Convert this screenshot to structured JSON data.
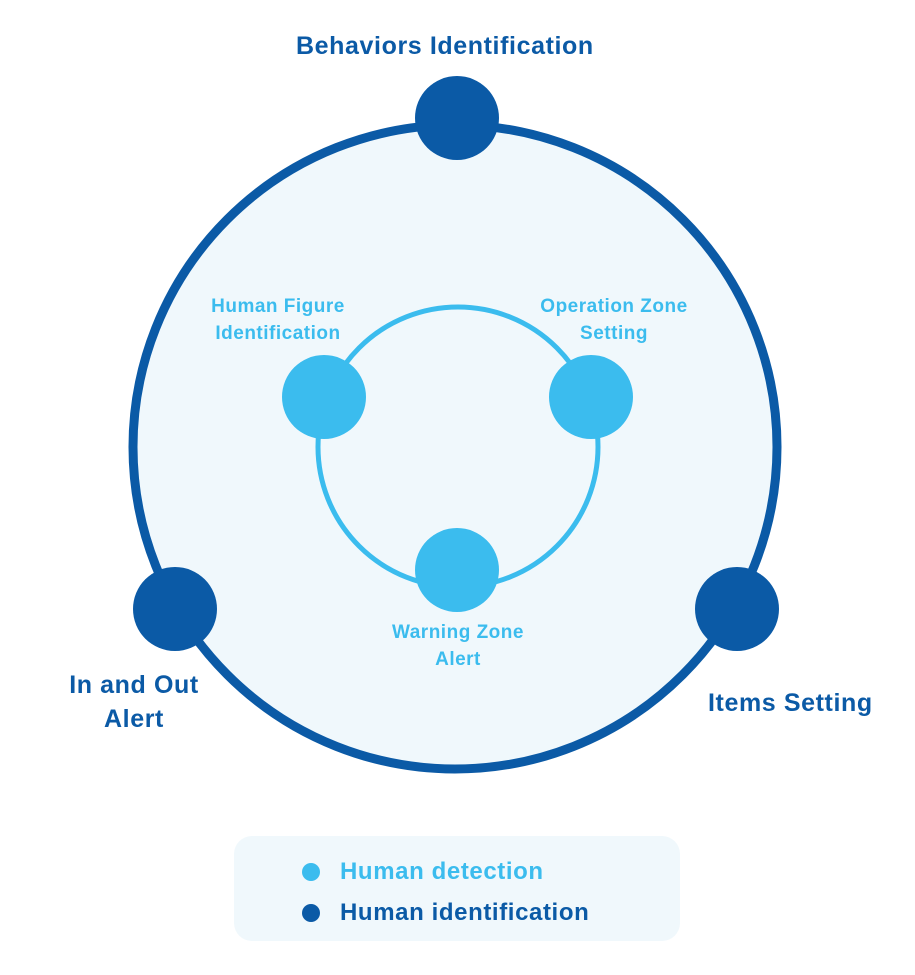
{
  "colors": {
    "dark_blue": "#0b5aa6",
    "light_blue": "#3bbcee",
    "fill_background": "#f0f8fc"
  },
  "outer_ring": {
    "nodes": [
      {
        "label_lines": [
          "Behaviors Identification"
        ]
      },
      {
        "label_lines": [
          "In and Out",
          "Alert"
        ]
      },
      {
        "label_lines": [
          "Items Setting"
        ]
      }
    ]
  },
  "inner_ring": {
    "nodes": [
      {
        "label_lines": [
          "Human Figure",
          "Identification"
        ]
      },
      {
        "label_lines": [
          "Operation Zone",
          "Setting"
        ]
      },
      {
        "label_lines": [
          "Warning Zone",
          "Alert"
        ]
      }
    ]
  },
  "legend": {
    "items": [
      {
        "label": "Human detection",
        "color": "#3bbcee"
      },
      {
        "label": "Human identification",
        "color": "#0b5aa6"
      }
    ]
  }
}
